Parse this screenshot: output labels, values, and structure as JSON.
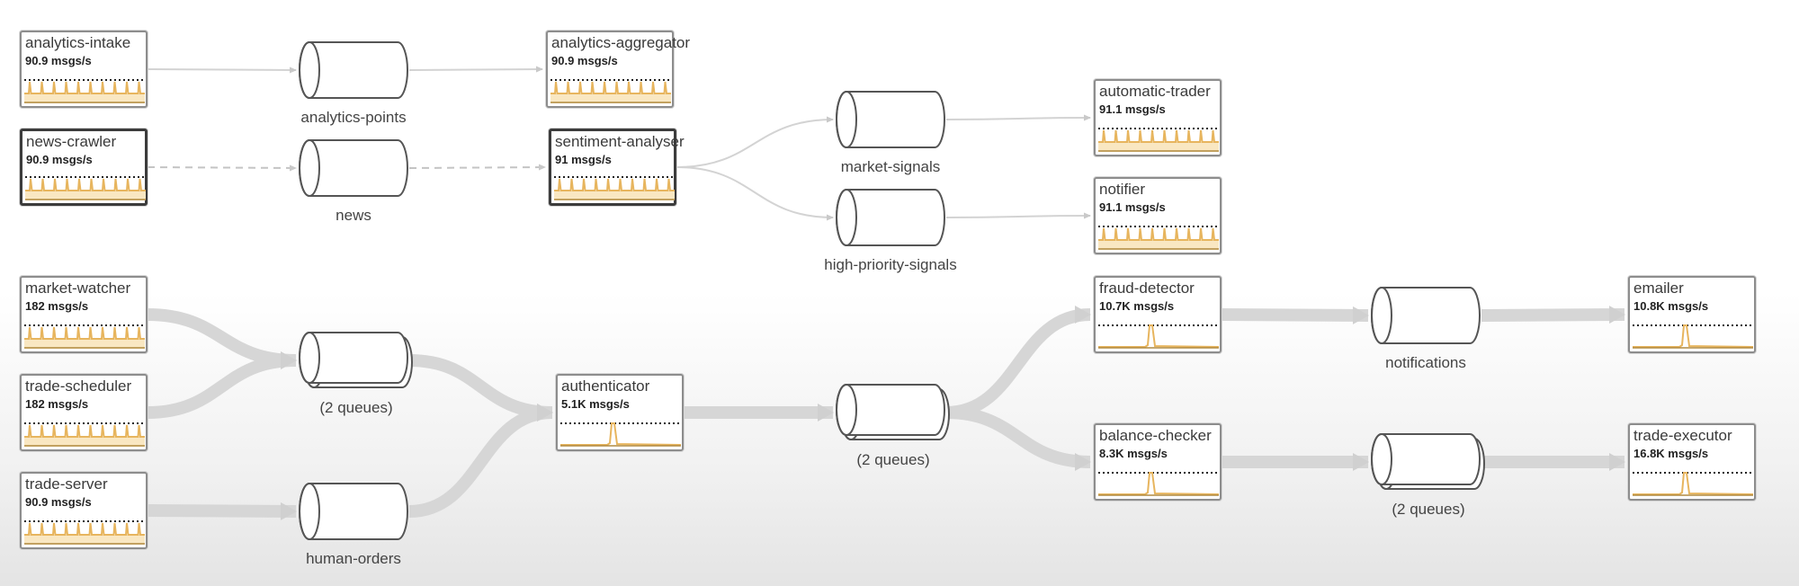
{
  "colors": {
    "accent": "#e7b55e",
    "fill": "#f9e7c2",
    "border": "#8d8d8d",
    "edge": "#d9d9d9"
  },
  "nodes": [
    {
      "id": "analytics-intake",
      "title": "analytics-intake",
      "rate": "90.9 msgs/s",
      "pattern": "periodic"
    },
    {
      "id": "analytics-aggregator",
      "title": "analytics-aggregator",
      "rate": "90.9 msgs/s",
      "pattern": "periodic"
    },
    {
      "id": "news-crawler",
      "title": "news-crawler",
      "rate": "90.9 msgs/s",
      "pattern": "periodic",
      "active": true
    },
    {
      "id": "sentiment-analyser",
      "title": "sentiment-analyser",
      "rate": "91 msgs/s",
      "pattern": "periodic",
      "active": true
    },
    {
      "id": "automatic-trader",
      "title": "automatic-trader",
      "rate": "91.1 msgs/s",
      "pattern": "periodic"
    },
    {
      "id": "notifier",
      "title": "notifier",
      "rate": "91.1 msgs/s",
      "pattern": "periodic"
    },
    {
      "id": "market-watcher",
      "title": "market-watcher",
      "rate": "182 msgs/s",
      "pattern": "periodic"
    },
    {
      "id": "trade-scheduler",
      "title": "trade-scheduler",
      "rate": "182 msgs/s",
      "pattern": "periodic"
    },
    {
      "id": "trade-server",
      "title": "trade-server",
      "rate": "90.9 msgs/s",
      "pattern": "periodic"
    },
    {
      "id": "authenticator",
      "title": "authenticator",
      "rate": "5.1K msgs/s",
      "pattern": "spike"
    },
    {
      "id": "fraud-detector",
      "title": "fraud-detector",
      "rate": "10.7K msgs/s",
      "pattern": "spike"
    },
    {
      "id": "balance-checker",
      "title": "balance-checker",
      "rate": "8.3K msgs/s",
      "pattern": "spike"
    },
    {
      "id": "emailer",
      "title": "emailer",
      "rate": "10.8K msgs/s",
      "pattern": "spike"
    },
    {
      "id": "trade-executor",
      "title": "trade-executor",
      "rate": "16.8K msgs/s",
      "pattern": "spike"
    }
  ],
  "queues": [
    {
      "id": "analytics-points",
      "label": "analytics-points",
      "stacked": false
    },
    {
      "id": "news",
      "label": "news",
      "stacked": false
    },
    {
      "id": "market-signals",
      "label": "market-signals",
      "stacked": false
    },
    {
      "id": "high-priority-signals",
      "label": "high-priority-signals",
      "stacked": false
    },
    {
      "id": "market-queues",
      "label": "(2 queues)",
      "stacked": true
    },
    {
      "id": "human-orders",
      "label": "human-orders",
      "stacked": false
    },
    {
      "id": "auth-queues",
      "label": "(2 queues)",
      "stacked": true
    },
    {
      "id": "notifications",
      "label": "notifications",
      "stacked": false
    },
    {
      "id": "executor-queues",
      "label": "(2 queues)",
      "stacked": true
    }
  ],
  "edges": [
    {
      "from": "analytics-intake",
      "to": "analytics-points",
      "weight": "thin"
    },
    {
      "from": "analytics-points",
      "to": "analytics-aggregator",
      "weight": "thin"
    },
    {
      "from": "news-crawler",
      "to": "news",
      "weight": "dashed"
    },
    {
      "from": "news",
      "to": "sentiment-analyser",
      "weight": "dashed"
    },
    {
      "from": "sentiment-analyser",
      "to": "market-signals",
      "weight": "thin"
    },
    {
      "from": "sentiment-analyser",
      "to": "high-priority-signals",
      "weight": "thin"
    },
    {
      "from": "market-signals",
      "to": "automatic-trader",
      "weight": "thin"
    },
    {
      "from": "high-priority-signals",
      "to": "notifier",
      "weight": "thin"
    },
    {
      "from": "market-watcher",
      "to": "market-queues",
      "weight": "thick"
    },
    {
      "from": "trade-scheduler",
      "to": "market-queues",
      "weight": "thick"
    },
    {
      "from": "market-queues",
      "to": "authenticator",
      "weight": "thick"
    },
    {
      "from": "trade-server",
      "to": "human-orders",
      "weight": "thick"
    },
    {
      "from": "human-orders",
      "to": "authenticator",
      "weight": "thick"
    },
    {
      "from": "authenticator",
      "to": "auth-queues",
      "weight": "thick"
    },
    {
      "from": "auth-queues",
      "to": "fraud-detector",
      "weight": "thick"
    },
    {
      "from": "auth-queues",
      "to": "balance-checker",
      "weight": "thick"
    },
    {
      "from": "fraud-detector",
      "to": "notifications",
      "weight": "thick"
    },
    {
      "from": "notifications",
      "to": "emailer",
      "weight": "thick"
    },
    {
      "from": "balance-checker",
      "to": "executor-queues",
      "weight": "thick"
    },
    {
      "from": "executor-queues",
      "to": "trade-executor",
      "weight": "thick"
    }
  ]
}
